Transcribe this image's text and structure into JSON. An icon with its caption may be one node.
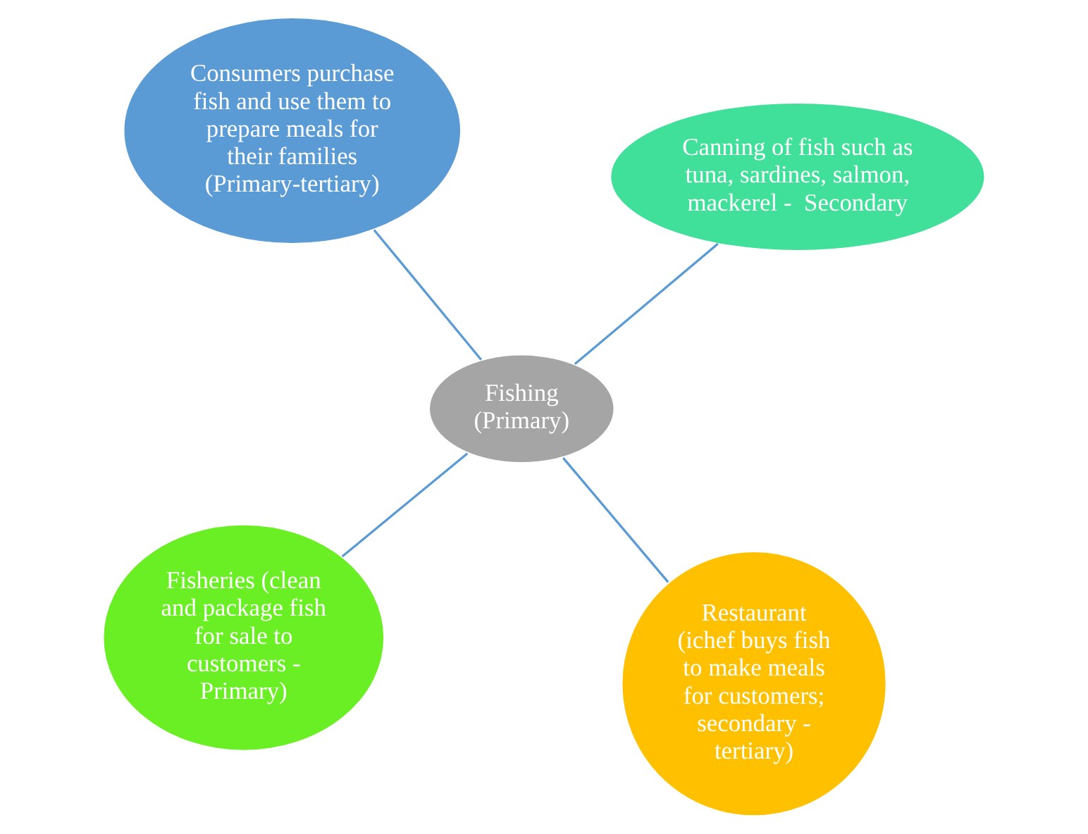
{
  "diagram": {
    "nodes": [
      {
        "text": [
          "Fisheries (clean and package fish for sale to customers - Primary)"
        ]
      },
      {
        "text": [
          "Restaurant (ichef buys fish to make meals for customers; secondary - tertiary)"
        ]
      },
      {
        "text": [
          "Fishing (Primary)"
        ]
      },
      {
        "text": [
          "Consumers purchase fish and use them to prepare meals for their families (Primary-tertiary)"
        ]
      },
      {
        "text": [
          "Canning of fish such as tuna, sardines, salmon, mackerel -  Secondary"
        ]
      }
    ],
    "edges": [
      {
        "from": 2,
        "to": 0,
        "arrow": "none"
      },
      {
        "from": 2,
        "to": 1,
        "arrow": "none"
      },
      {
        "from": 2,
        "to": 3,
        "arrow": "none"
      },
      {
        "from": 2,
        "to": 4,
        "arrow": "none"
      }
    ]
  }
}
